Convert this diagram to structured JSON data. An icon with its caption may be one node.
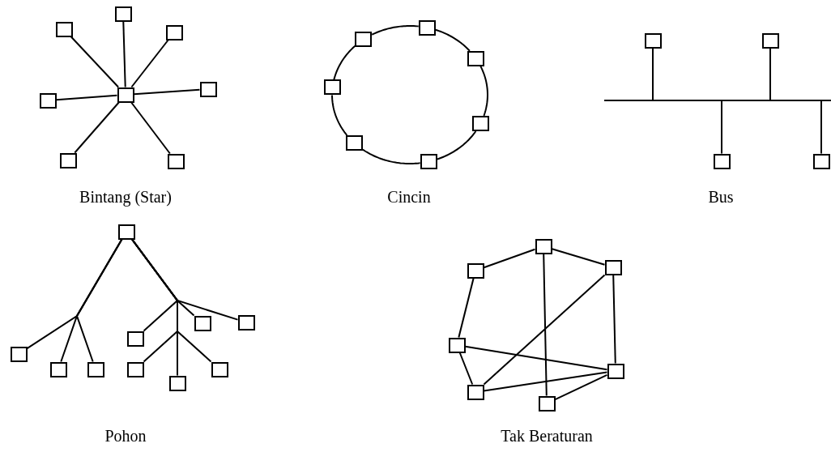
{
  "diagram": {
    "nodes": [
      {
        "text": [],
        "shape": "box"
      },
      {
        "text": [],
        "shape": "box"
      },
      {
        "text": [],
        "shape": "box"
      },
      {
        "text": [],
        "shape": "box"
      },
      {
        "text": [],
        "shape": "box"
      },
      {
        "text": [],
        "shape": "box"
      },
      {
        "text": [],
        "shape": "box"
      },
      {
        "text": [],
        "shape": "box"
      },
      {
        "text": [],
        "shape": "box"
      },
      {
        "text": [],
        "shape": "box"
      },
      {
        "text": [],
        "shape": "box"
      },
      {
        "text": [],
        "shape": "box"
      },
      {
        "text": [],
        "shape": "box"
      },
      {
        "text": [],
        "shape": "box"
      },
      {
        "text": [],
        "shape": "box"
      },
      {
        "text": [],
        "shape": "box"
      },
      {
        "text": [],
        "shape": "box"
      },
      {
        "text": [],
        "shape": "bar"
      },
      {
        "text": [],
        "shape": "box"
      },
      {
        "text": [],
        "shape": "box"
      },
      {
        "text": [],
        "shape": "box"
      },
      {
        "text": [],
        "shape": "box"
      },
      {
        "text": [],
        "shape": "box"
      },
      {
        "text": [],
        "shape": "box"
      },
      {
        "text": [],
        "shape": "box"
      },
      {
        "text": [],
        "shape": "box"
      },
      {
        "text": [],
        "shape": "box"
      },
      {
        "text": [],
        "shape": "box"
      },
      {
        "text": [],
        "shape": "box"
      },
      {
        "text": [],
        "shape": "box"
      },
      {
        "text": [],
        "shape": "box"
      },
      {
        "text": [],
        "shape": "box"
      },
      {
        "text": [],
        "shape": "box"
      },
      {
        "text": [],
        "shape": "box"
      },
      {
        "text": [],
        "shape": "box"
      },
      {
        "text": [],
        "shape": "box"
      },
      {
        "text": [],
        "shape": "box"
      }
    ],
    "edges": [
      {
        "from": 4,
        "to": 0,
        "arrow": "none"
      },
      {
        "from": 4,
        "to": 1,
        "arrow": "none"
      },
      {
        "from": 4,
        "to": 2,
        "arrow": "none"
      },
      {
        "from": 4,
        "to": 3,
        "arrow": "none"
      },
      {
        "from": 4,
        "to": 5,
        "arrow": "none"
      },
      {
        "from": 4,
        "to": 6,
        "arrow": "none"
      },
      {
        "from": 4,
        "to": 7,
        "arrow": "none"
      },
      {
        "from": 8,
        "to": 10,
        "arrow": "none"
      },
      {
        "from": 10,
        "to": 12,
        "arrow": "none"
      },
      {
        "from": 12,
        "to": 14,
        "arrow": "none"
      },
      {
        "from": 14,
        "to": 13,
        "arrow": "none"
      },
      {
        "from": 13,
        "to": 11,
        "arrow": "none"
      },
      {
        "from": 11,
        "to": 9,
        "arrow": "none"
      },
      {
        "from": 9,
        "to": 8,
        "arrow": "none"
      },
      {
        "from": 15,
        "to": 17,
        "arrow": "none"
      },
      {
        "from": 16,
        "to": 17,
        "arrow": "none"
      },
      {
        "from": 18,
        "to": 17,
        "arrow": "none"
      },
      {
        "from": 19,
        "to": 17,
        "arrow": "none"
      },
      {
        "from": 20,
        "to": 24,
        "arrow": "none"
      },
      {
        "from": 20,
        "to": 25,
        "arrow": "none"
      },
      {
        "from": 20,
        "to": 26,
        "arrow": "none"
      },
      {
        "from": 20,
        "to": 23,
        "arrow": "none"
      },
      {
        "from": 20,
        "to": 21,
        "arrow": "none"
      },
      {
        "from": 20,
        "to": 22,
        "arrow": "none"
      },
      {
        "from": 20,
        "to": 27,
        "arrow": "none"
      },
      {
        "from": 20,
        "to": 29,
        "arrow": "none"
      },
      {
        "from": 20,
        "to": 28,
        "arrow": "none"
      },
      {
        "from": 32,
        "to": 30,
        "arrow": "none"
      },
      {
        "from": 30,
        "to": 31,
        "arrow": "none"
      },
      {
        "from": 32,
        "to": 33,
        "arrow": "none"
      },
      {
        "from": 30,
        "to": 36,
        "arrow": "none"
      },
      {
        "from": 31,
        "to": 34,
        "arrow": "none"
      },
      {
        "from": 31,
        "to": 35,
        "arrow": "none"
      },
      {
        "from": 33,
        "to": 34,
        "arrow": "none"
      },
      {
        "from": 33,
        "to": 35,
        "arrow": "none"
      },
      {
        "from": 35,
        "to": 34,
        "arrow": "none"
      },
      {
        "from": 36,
        "to": 34,
        "arrow": "none"
      }
    ],
    "labels": [
      "Bintang (Star)",
      "Cincin",
      "Bus",
      "Pohon",
      "Tak Beraturan"
    ]
  }
}
